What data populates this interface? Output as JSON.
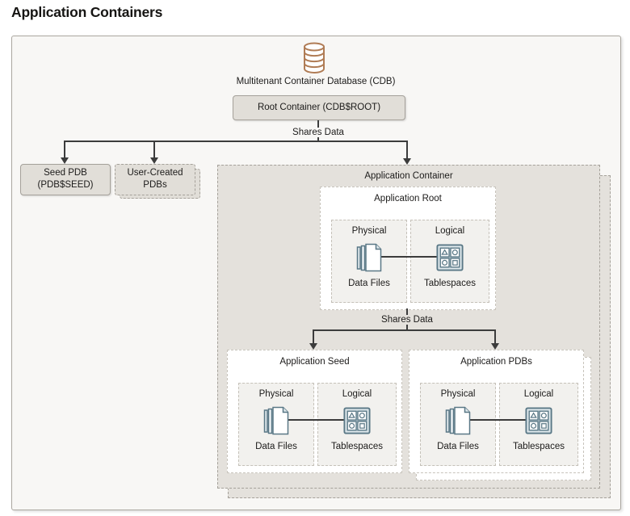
{
  "page_title": "Application Containers",
  "colors": {
    "frame_bg": "#f8f7f5",
    "application_container_bg": "#e4e1dc",
    "gray_box_bg": "#e1ded8",
    "slot_bg": "#f2f1ee",
    "wire_line": "#3c3c3c",
    "database_icon_stroke": "#b07c55",
    "storage_icon_stroke": "#5a7886",
    "text": "#1c1b1a"
  },
  "diagram": {
    "cdb_label": "Multitenant Container Database (CDB)",
    "root_container_label": "Root Container (CDB$ROOT)",
    "shares_data_label": "Shares Data",
    "seed_pdb": {
      "line1": "Seed PDB",
      "line2": "(PDB$SEED)"
    },
    "user_created_pdbs": {
      "line1": "User-Created",
      "line2": "PDBs"
    },
    "application_container_label": "Application Container",
    "groups": [
      {
        "title": "Application Root",
        "physical_label": "Physical",
        "logical_label": "Logical",
        "data_files_label": "Data Files",
        "tablespaces_label": "Tablespaces"
      },
      {
        "title": "Application Seed",
        "physical_label": "Physical",
        "logical_label": "Logical",
        "data_files_label": "Data Files",
        "tablespaces_label": "Tablespaces"
      },
      {
        "title": "Application PDBs",
        "physical_label": "Physical",
        "logical_label": "Logical",
        "data_files_label": "Data Files",
        "tablespaces_label": "Tablespaces"
      }
    ]
  }
}
